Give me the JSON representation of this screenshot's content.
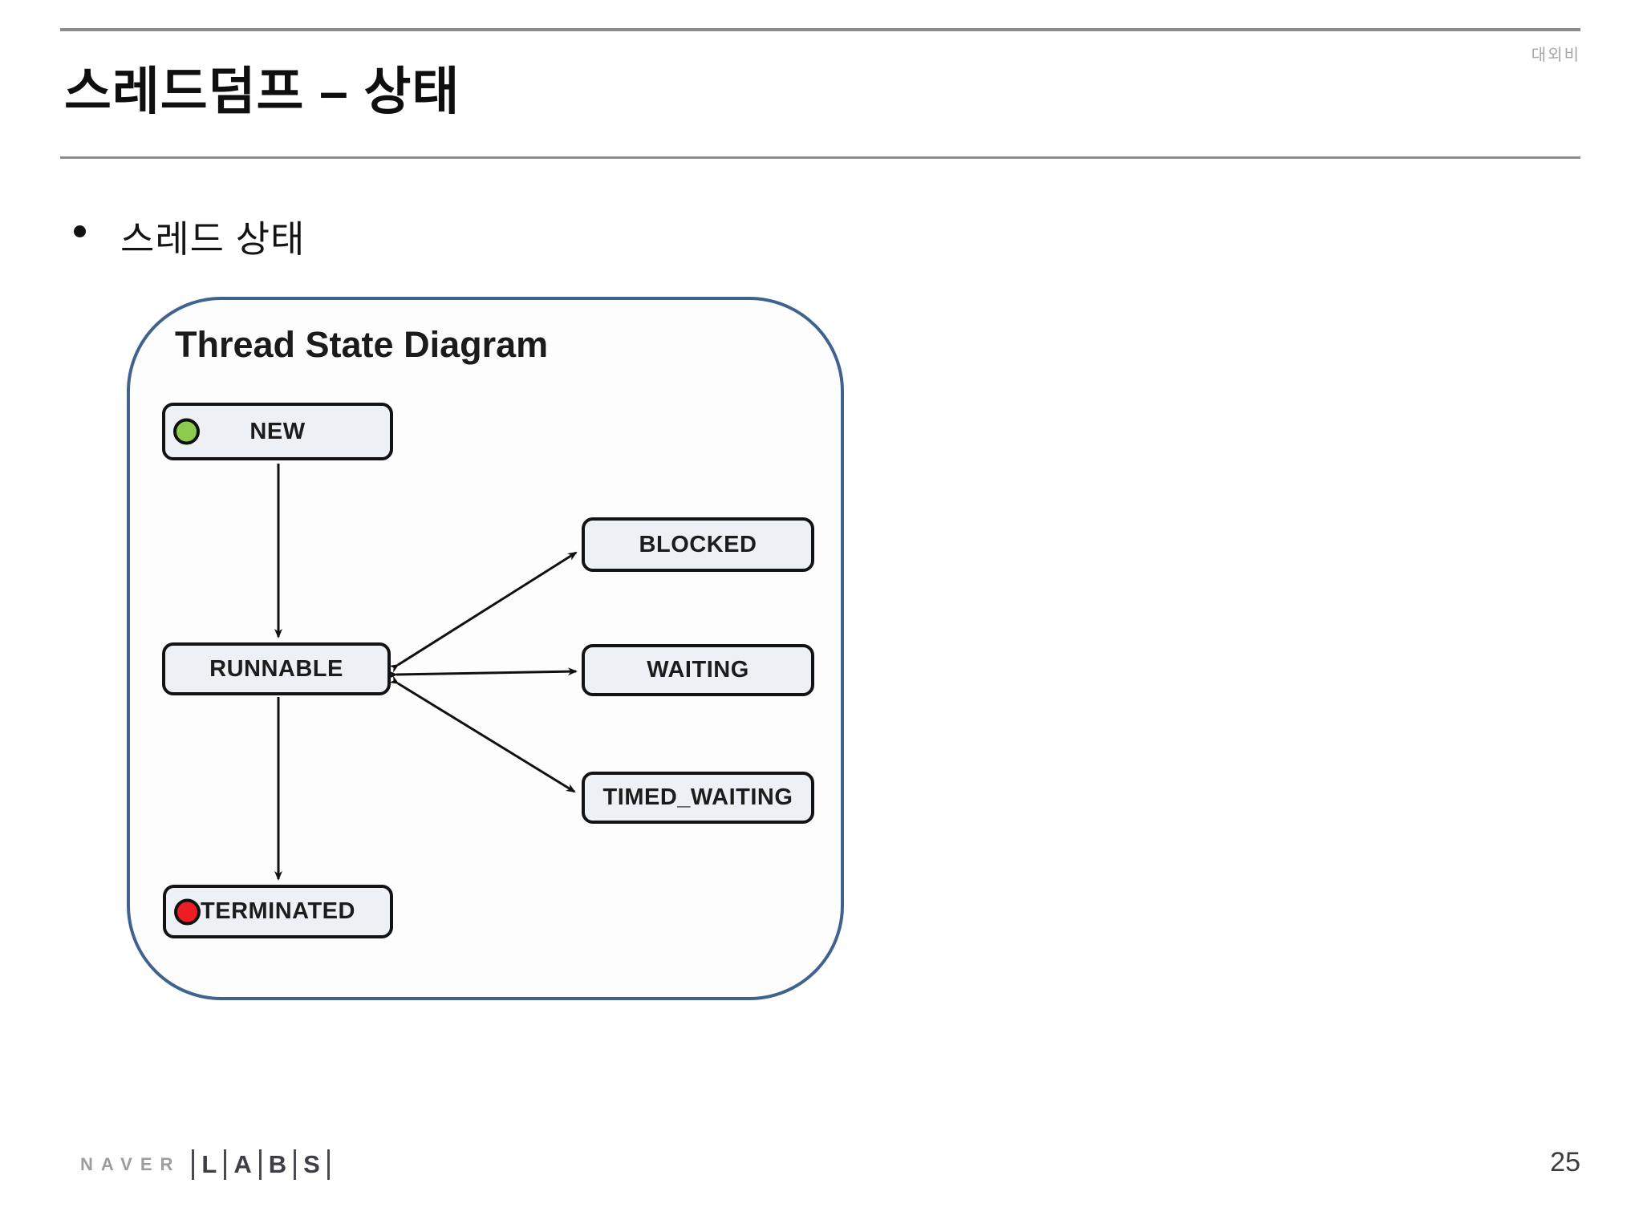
{
  "slide": {
    "classification": "대외비",
    "title": "스레드덤프 – 상태",
    "bullet": "스레드 상태"
  },
  "diagram": {
    "title": "Thread State Diagram",
    "frame_color": "#3f628f",
    "box_fill": "#edf1f6",
    "box_border": "#131313",
    "states": [
      {
        "id": "new",
        "label": "NEW",
        "indicator": "start",
        "indicator_color": "#8ccb4e"
      },
      {
        "id": "blocked",
        "label": "BLOCKED"
      },
      {
        "id": "runnable",
        "label": "RUNNABLE"
      },
      {
        "id": "waiting",
        "label": "WAITING"
      },
      {
        "id": "timed_waiting",
        "label": "TIMED_WAITING"
      },
      {
        "id": "terminated",
        "label": "TERMINATED",
        "indicator": "end",
        "indicator_color": "#ee1c23"
      }
    ],
    "transitions": [
      {
        "from": "NEW",
        "to": "RUNNABLE",
        "bidirectional": false
      },
      {
        "from": "RUNNABLE",
        "to": "BLOCKED",
        "bidirectional": true
      },
      {
        "from": "RUNNABLE",
        "to": "WAITING",
        "bidirectional": true
      },
      {
        "from": "RUNNABLE",
        "to": "TIMED_WAITING",
        "bidirectional": true
      },
      {
        "from": "RUNNABLE",
        "to": "TERMINATED",
        "bidirectional": false
      }
    ]
  },
  "footer": {
    "logo": {
      "naver": "NAVER",
      "labs": [
        "L",
        "A",
        "B",
        "S"
      ]
    },
    "page": "25"
  }
}
